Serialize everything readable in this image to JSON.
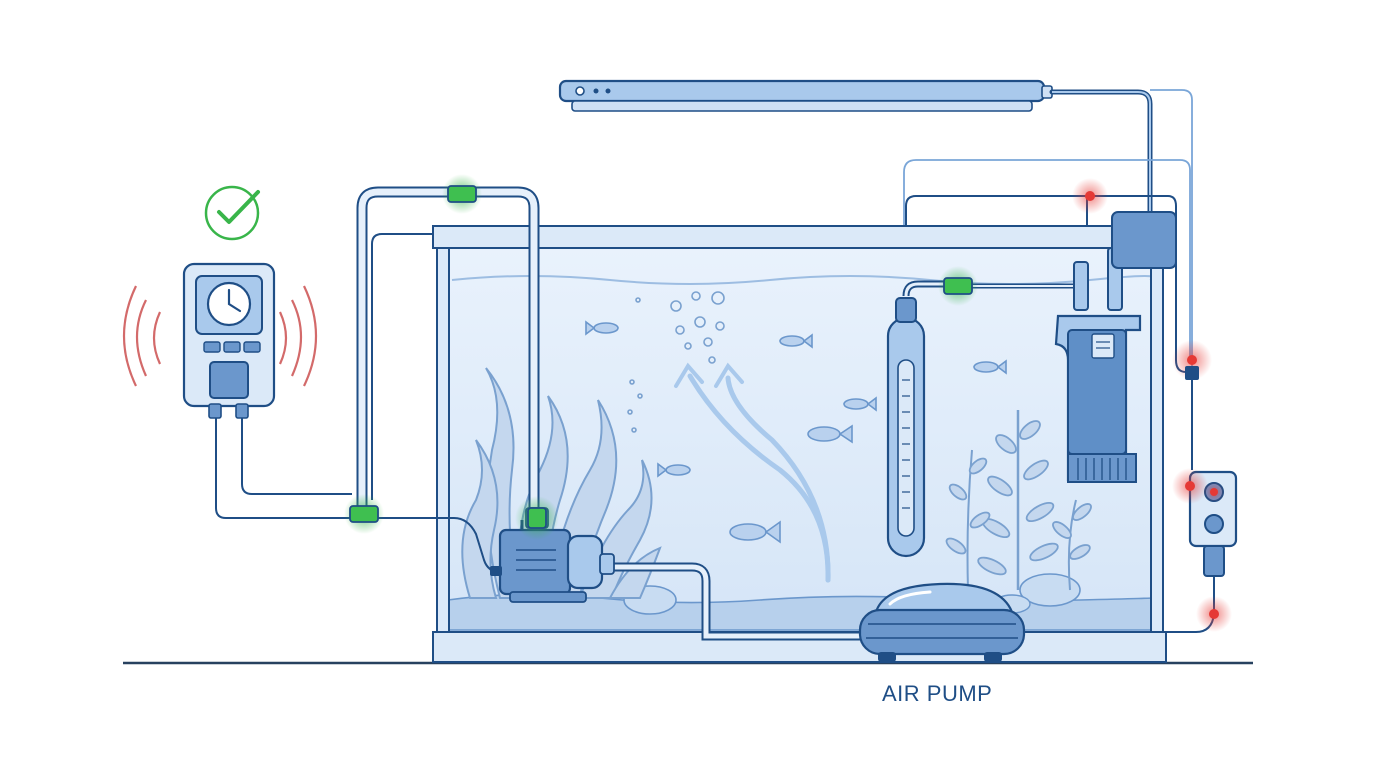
{
  "labels": {
    "air_pump": "AIR PUMP"
  },
  "components": [
    {
      "name": "smart-timer-plug",
      "icon": "clock-icon",
      "status": "ok",
      "status_icon": "checkmark-icon"
    },
    {
      "name": "led-light-bar"
    },
    {
      "name": "aquarium-tank"
    },
    {
      "name": "water-pump"
    },
    {
      "name": "aquarium-heater"
    },
    {
      "name": "hang-on-filter"
    },
    {
      "name": "air-pump"
    },
    {
      "name": "wall-outlet"
    }
  ],
  "connection_status": {
    "ok_count": 4,
    "fault_count": 5
  },
  "colors": {
    "outline": "#1f4e86",
    "fill_light": "#dbe9f8",
    "fill_mid": "#6b97cc",
    "water": "#edf4fd",
    "ok_green": "#39b54a",
    "fault_red": "#e53935",
    "signal_red": "#d36a6a",
    "ground": "#27415f"
  }
}
